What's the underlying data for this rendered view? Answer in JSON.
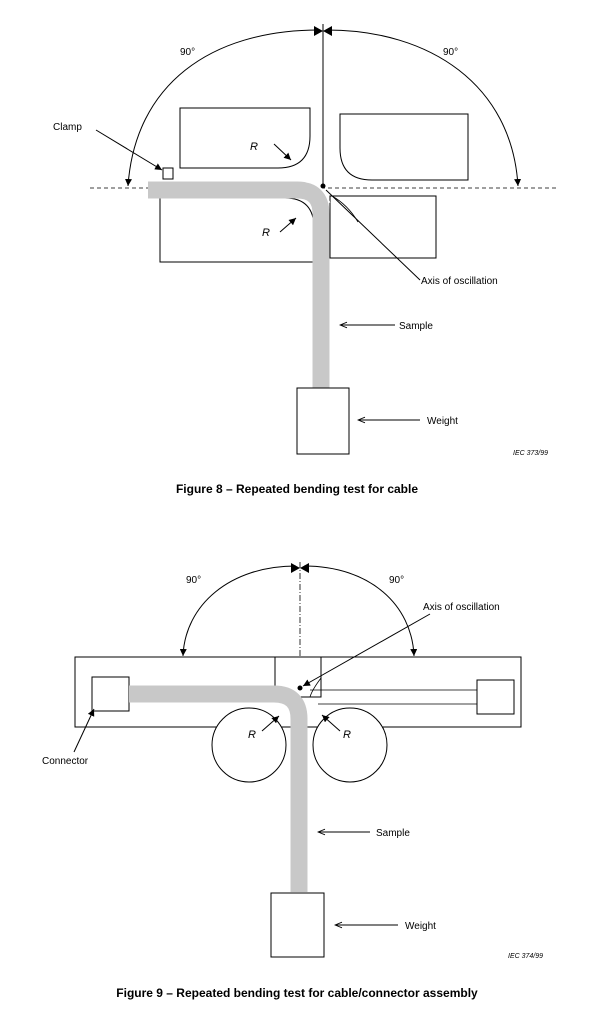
{
  "figure8": {
    "angle_left": "90°",
    "angle_right": "90°",
    "clamp_label": "Clamp",
    "radius_label_top": "R",
    "radius_label_bottom": "R",
    "axis_label": "Axis of oscillation",
    "sample_label": "Sample",
    "weight_label": "Weight",
    "reference": "IEC   373/99",
    "caption": "Figure 8 – Repeated bending test for cable"
  },
  "figure9": {
    "angle_left": "90°",
    "angle_right": "90°",
    "axis_label": "Axis of oscillation",
    "radius_label_left": "R",
    "radius_label_right": "R",
    "connector_label": "Connector",
    "sample_label": "Sample",
    "weight_label": "Weight",
    "reference": "IEC   374/99",
    "caption": "Figure 9 – Repeated bending test for cable/connector assembly"
  },
  "colors": {
    "cable": "#c8c8c8",
    "line": "#000000",
    "background": "#ffffff"
  }
}
